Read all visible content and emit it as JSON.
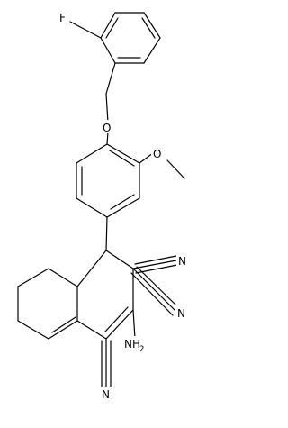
{
  "diagram": {
    "type": "chemical-structure",
    "colors": {
      "bond": "#000000",
      "label": "#000000",
      "background": "#ffffff"
    },
    "atom_labels": {
      "fluorine": "F",
      "oxygen_ether": "O",
      "oxygen_methoxy": "O",
      "amine": "NH",
      "amine_subscript": "2",
      "nitrile_n1": "N",
      "nitrile_n2": "N",
      "nitrile_n3": "N"
    }
  }
}
